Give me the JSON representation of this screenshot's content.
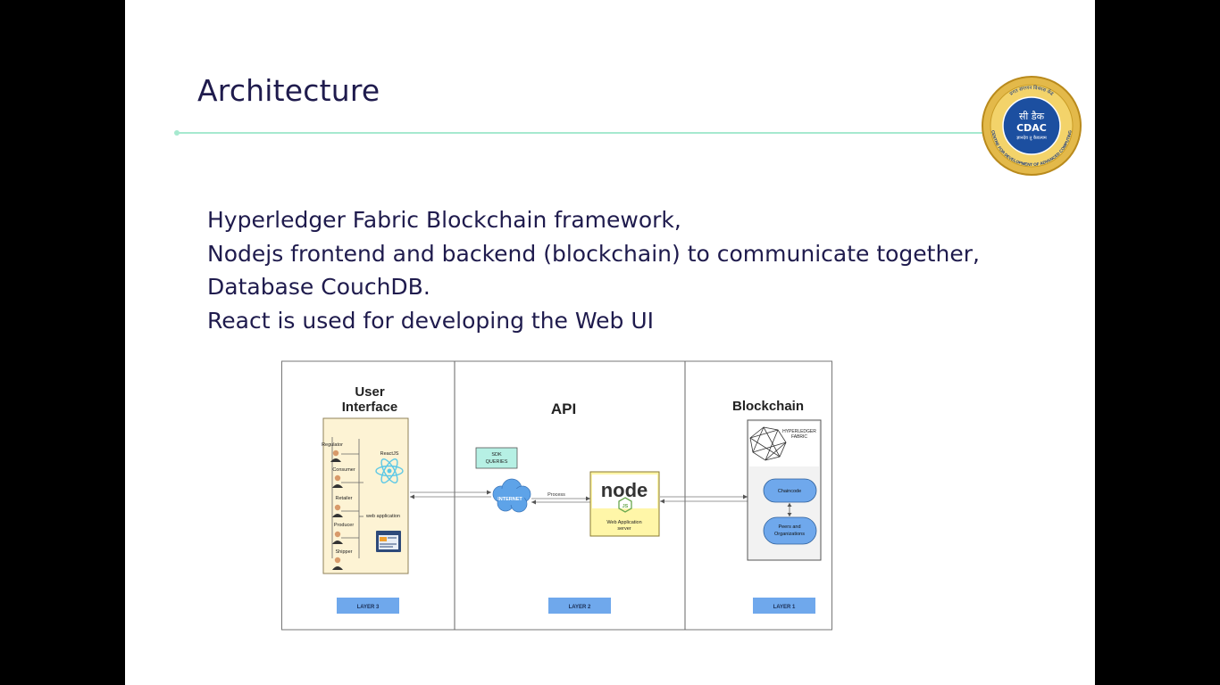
{
  "slide": {
    "title": "Architecture",
    "bullets": [
      "Hyperledger Fabric Blockchain framework,",
      "Nodejs frontend and backend (blockchain) to communicate together,",
      "Database CouchDB.",
      "React is used for developing the Web UI"
    ]
  },
  "logo": {
    "emblem_text": "सी डैक",
    "abbr": "CDAC",
    "motto": "ज्ञानदेव तु कैवल्यम",
    "ring_text_top": "प्रगत संगणन विकास केंद्र",
    "ring_text_bottom": "CENTRE FOR DEVELOPMENT OF ADVANCED COMPUTING"
  },
  "diagram": {
    "columns": [
      {
        "heading_line1": "User",
        "heading_line2": "Interface",
        "layer": "LAYER 3"
      },
      {
        "heading": "API",
        "layer": "LAYER 2"
      },
      {
        "heading": "Blockchain",
        "layer": "LAYER 1"
      }
    ],
    "users": [
      "Regulator",
      "Consumer",
      "Retailer",
      "Producer",
      "Shipper"
    ],
    "reactjs_label": "ReactJS",
    "web_application_label": "web application",
    "sdk_label_line1": "SDK",
    "sdk_label_line2": "QUERIES",
    "internet_label": "INTERNET",
    "process_label": "Process",
    "node_logo": "node",
    "node_js": "JS",
    "node_caption_line1": "Web Application",
    "node_caption_line2": "server",
    "hyperledger_line1": "HYPERLEDGER",
    "hyperledger_line2": "FABRIC",
    "chaincode_label": "Chaincode",
    "peers_line1": "Peers and",
    "peers_line2": "Organizations",
    "colors": {
      "layer_badge": "#6fa8ec",
      "ui_panel": "#fdf3d4",
      "node_panel": "#fff6a8",
      "chain_pill": "#6fa8ec",
      "sdk_box": "#b6f0e4",
      "cloud": "#5ea3e8",
      "react": "#5cc8e6"
    }
  }
}
